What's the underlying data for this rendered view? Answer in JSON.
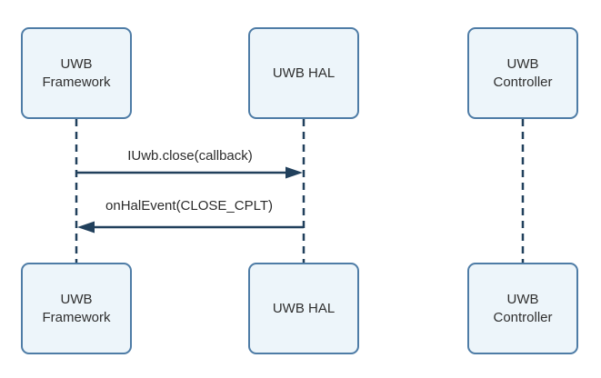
{
  "diagram": {
    "type": "sequence-diagram",
    "colors": {
      "actor_fill": "#edf5fa",
      "actor_border": "#4e7ca6",
      "line": "#21405c",
      "text": "#2f2f2f"
    },
    "actors": {
      "framework": "UWB\nFramework",
      "hal": "UWB HAL",
      "controller": "UWB\nController"
    },
    "messages": [
      {
        "label": "IUwb.close(callback)",
        "from": "UWB Framework",
        "to": "UWB HAL",
        "direction": "right"
      },
      {
        "label": "onHalEvent(CLOSE_CPLT)",
        "from": "UWB HAL",
        "to": "UWB Framework",
        "direction": "left"
      }
    ]
  }
}
